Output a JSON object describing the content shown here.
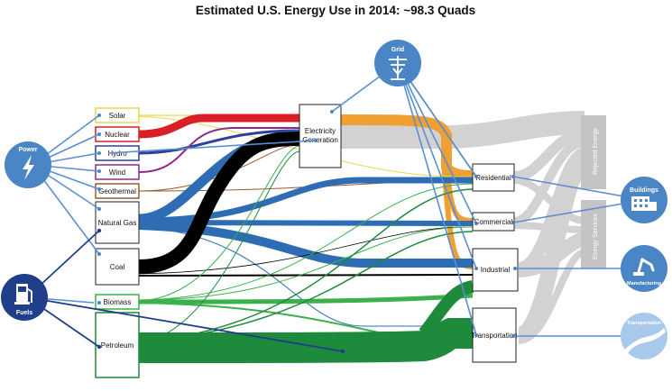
{
  "title": "Estimated U.S. Energy Use in 2014: ~98.3 Quads",
  "colors": {
    "solar": "#e8d84a",
    "nuclear": "#d81f26",
    "hydro": "#2f3f9e",
    "wind": "#8e2a8e",
    "geothermal": "#9b5a2a",
    "natural_gas": "#2e6db4",
    "coal": "#000000",
    "biomass": "#3cb04a",
    "petroleum": "#1e8a3c",
    "electricity": "#f0a033",
    "rejected": "#cfcfcf",
    "hub": "#4a86c6",
    "hub_dark": "#1f3f8a",
    "line": "#5b8fd0"
  },
  "sources": [
    {
      "id": "solar",
      "label": "Solar"
    },
    {
      "id": "nuclear",
      "label": "Nuclear"
    },
    {
      "id": "hydro",
      "label": "Hydro"
    },
    {
      "id": "wind",
      "label": "Wind"
    },
    {
      "id": "geothermal",
      "label": "Geothermal"
    },
    {
      "id": "natural_gas",
      "label": "Natural Gas"
    },
    {
      "id": "coal",
      "label": "Coal"
    },
    {
      "id": "biomass",
      "label": "Biomass"
    },
    {
      "id": "petroleum",
      "label": "Petroleum"
    }
  ],
  "electricity": {
    "line1": "Electricity",
    "line2": "Generation"
  },
  "sectors": [
    {
      "id": "residential",
      "label": "Residential"
    },
    {
      "id": "commercial",
      "label": "Commercial"
    },
    {
      "id": "industrial",
      "label": "Industrial"
    },
    {
      "id": "transportation",
      "label": "Transportation"
    }
  ],
  "outputs": {
    "rejected": "Rejected Energy",
    "services": "Energy Services"
  },
  "hubs": {
    "power": "Power",
    "fuels": "Fuels",
    "grid": "Grid",
    "buildings": "Buildings",
    "manufacturing": "Manufacturing",
    "transportation": "Transportation"
  },
  "icons": {
    "power": "lightning-bolt-icon",
    "fuels": "fuel-pump-icon",
    "grid": "power-pole-icon",
    "buildings": "building-icon",
    "manufacturing": "robot-arm-icon",
    "transportation": "road-icon"
  }
}
